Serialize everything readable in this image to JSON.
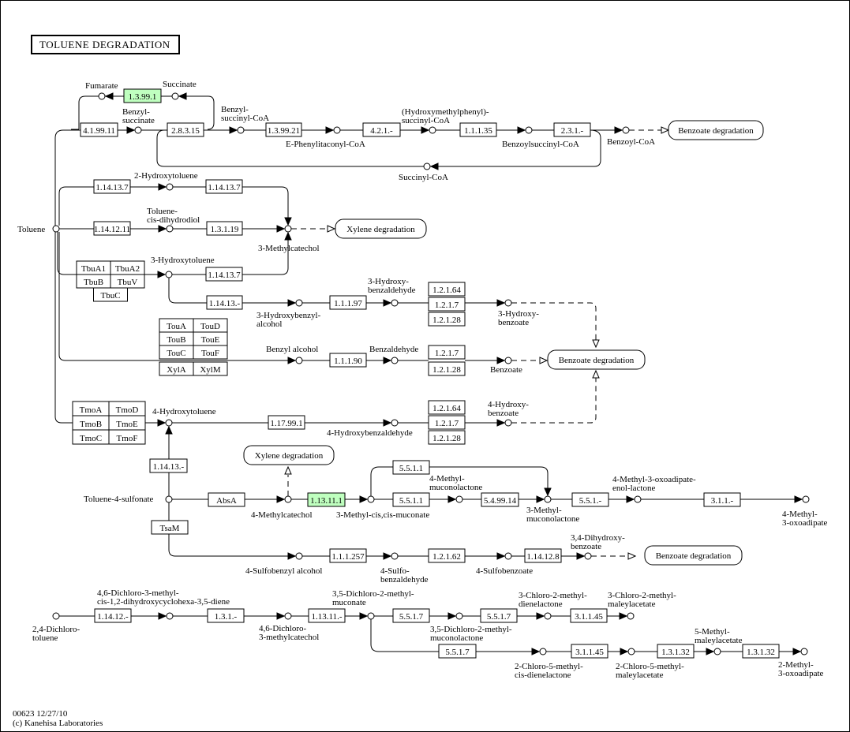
{
  "title": "TOLUENE DEGRADATION",
  "footer": {
    "line1": "00623 12/27/10",
    "line2": "(c) Kanehisa Laboratories"
  },
  "colors": {
    "highlight": "#bfffbf",
    "line": "#000000",
    "background": "#ffffff"
  },
  "enzymes": [
    {
      "id": "e1",
      "label": "1.3.99.1",
      "highlight": true
    },
    {
      "id": "e2",
      "label": "4.1.99.11"
    },
    {
      "id": "e3",
      "label": "2.8.3.15"
    },
    {
      "id": "e4",
      "label": "1.3.99.21"
    },
    {
      "id": "e5",
      "label": "4.2.1.-"
    },
    {
      "id": "e6",
      "label": "1.1.1.35"
    },
    {
      "id": "e7",
      "label": "2.3.1.-"
    },
    {
      "id": "e8",
      "label": "1.14.13.7"
    },
    {
      "id": "e9",
      "label": "1.14.13.7"
    },
    {
      "id": "e10",
      "label": "1.14.12.11"
    },
    {
      "id": "e11",
      "label": "1.3.1.19"
    },
    {
      "id": "e12",
      "label": "1.14.13.7"
    },
    {
      "id": "e13",
      "label": "1.14.13.-"
    },
    {
      "id": "e14",
      "label": "1.1.1.97"
    },
    {
      "id": "e15",
      "label": "1.2.1.64"
    },
    {
      "id": "e16",
      "label": "1.2.1.7"
    },
    {
      "id": "e17",
      "label": "1.2.1.28"
    },
    {
      "id": "e18",
      "label": "1.1.1.90"
    },
    {
      "id": "e19",
      "label": "1.2.1.7"
    },
    {
      "id": "e20",
      "label": "1.2.1.28"
    },
    {
      "id": "e21",
      "label": "1.17.99.1"
    },
    {
      "id": "e22",
      "label": "1.2.1.64"
    },
    {
      "id": "e23",
      "label": "1.2.1.7"
    },
    {
      "id": "e24",
      "label": "1.2.1.28"
    },
    {
      "id": "e25",
      "label": "1.14.13.-"
    },
    {
      "id": "e26",
      "label": "AbsA"
    },
    {
      "id": "e27",
      "label": "1.13.11.1",
      "highlight": true
    },
    {
      "id": "e28",
      "label": "5.5.1.1"
    },
    {
      "id": "e29",
      "label": "5.5.1.1"
    },
    {
      "id": "e30",
      "label": "5.4.99.14"
    },
    {
      "id": "e31",
      "label": "5.5.1.-"
    },
    {
      "id": "e32",
      "label": "3.1.1.-"
    },
    {
      "id": "e33",
      "label": "TsaM"
    },
    {
      "id": "e34",
      "label": "1.1.1.257"
    },
    {
      "id": "e35",
      "label": "1.2.1.62"
    },
    {
      "id": "e36",
      "label": "1.14.12.8"
    },
    {
      "id": "e37",
      "label": "1.14.12.-"
    },
    {
      "id": "e38",
      "label": "1.3.1.-"
    },
    {
      "id": "e39",
      "label": "1.13.11.-"
    },
    {
      "id": "e40",
      "label": "5.5.1.7"
    },
    {
      "id": "e41",
      "label": "5.5.1.7"
    },
    {
      "id": "e42",
      "label": "3.1.1.45"
    },
    {
      "id": "e43",
      "label": "5.5.1.7"
    },
    {
      "id": "e44",
      "label": "3.1.1.45"
    },
    {
      "id": "e45",
      "label": "1.3.1.32"
    },
    {
      "id": "e46",
      "label": "1.3.1.32"
    }
  ],
  "gene_grids": [
    {
      "id": "tbu",
      "cells": [
        "TbuA1",
        "TbuA2",
        "TbuB",
        "TbuV",
        "TbuC"
      ]
    },
    {
      "id": "tou",
      "cells": [
        "TouA",
        "TouD",
        "TouB",
        "TouE",
        "TouC",
        "TouF"
      ]
    },
    {
      "id": "xyl",
      "cells": [
        "XylA",
        "XylM"
      ]
    },
    {
      "id": "tmo",
      "cells": [
        "TmoA",
        "TmoD",
        "TmoB",
        "TmoE",
        "TmoC",
        "TmoF"
      ]
    }
  ],
  "compounds": [
    {
      "id": "fumarate",
      "label": [
        "Fumarate"
      ]
    },
    {
      "id": "succinate",
      "label": [
        "Succinate"
      ]
    },
    {
      "id": "benzylsuccinate",
      "label": [
        "Benzyl-",
        "succinate"
      ]
    },
    {
      "id": "benzylsuccinylcoa",
      "label": [
        "Benzyl-",
        "succinyl-CoA"
      ]
    },
    {
      "id": "ephenylitaconylcoa",
      "label": [
        "E-Phenylitaconyl-CoA"
      ]
    },
    {
      "id": "hydroxymethylphenylsuccinylcoa",
      "label": [
        "(Hydroxymethylphenyl)-",
        "succinyl-CoA"
      ]
    },
    {
      "id": "benzoylsuccinylcoa",
      "label": [
        "Benzoylsuccinyl-CoA"
      ]
    },
    {
      "id": "benzoylcoa",
      "label": [
        "Benzoyl-CoA"
      ]
    },
    {
      "id": "succinylcoa",
      "label": [
        "Succinyl-CoA"
      ]
    },
    {
      "id": "toluene",
      "label": [
        "Toluene"
      ]
    },
    {
      "id": "hydroxytoluene2",
      "label": [
        "2-Hydroxytoluene"
      ]
    },
    {
      "id": "toluenecisdihydrodiol",
      "label": [
        "Toluene-",
        "cis-dihydrodiol"
      ]
    },
    {
      "id": "methylcatechol3",
      "label": [
        "3-Methylcatechol"
      ]
    },
    {
      "id": "hydroxytoluene3",
      "label": [
        "3-Hydroxytoluene"
      ]
    },
    {
      "id": "hydroxybenzylalcohol3",
      "label": [
        "3-Hydroxybenzyl-",
        "alcohol"
      ]
    },
    {
      "id": "hydroxybenzaldehyde3",
      "label": [
        "3-Hydroxy-",
        "benzaldehyde"
      ]
    },
    {
      "id": "hydroxybenzoate3",
      "label": [
        "3-Hydroxy-",
        "benzoate"
      ]
    },
    {
      "id": "benzylalcohol",
      "label": [
        "Benzyl alcohol"
      ]
    },
    {
      "id": "benzaldehyde",
      "label": [
        "Benzaldehyde"
      ]
    },
    {
      "id": "benzoate",
      "label": [
        "Benzoate"
      ]
    },
    {
      "id": "hydroxytoluene4",
      "label": [
        "4-Hydroxytoluene"
      ]
    },
    {
      "id": "hydroxybenzaldehyde4",
      "label": [
        "4-Hydroxybenzaldehyde"
      ]
    },
    {
      "id": "hydroxybenzoate4",
      "label": [
        "4-Hydroxy-",
        "benzoate"
      ]
    },
    {
      "id": "toluene4sulfonate",
      "label": [
        "Toluene-4-sulfonate"
      ]
    },
    {
      "id": "methylcatechol4",
      "label": [
        "4-Methylcatechol"
      ]
    },
    {
      "id": "methylcismuconate3",
      "label": [
        "3-Methyl-cis,cis-muconate"
      ]
    },
    {
      "id": "methylmuconolactone4",
      "label": [
        "4-Methyl-",
        "muconolactone"
      ]
    },
    {
      "id": "methylmuconolactone3",
      "label": [
        "3-Methyl-",
        "muconolactone"
      ]
    },
    {
      "id": "methyloxoadipateenollactone4",
      "label": [
        "4-Methyl-3-oxoadipate-",
        "enol-lactone"
      ]
    },
    {
      "id": "methyloxoadipate4",
      "label": [
        "4-Methyl-",
        "3-oxoadipate"
      ]
    },
    {
      "id": "sulfobenzylalcohol4",
      "label": [
        "4-Sulfobenzyl alcohol"
      ]
    },
    {
      "id": "sulfobenzaldehyde4",
      "label": [
        "4-Sulfo-",
        "benzaldehyde"
      ]
    },
    {
      "id": "sulfobenzoate4",
      "label": [
        "4-Sulfobenzoate"
      ]
    },
    {
      "id": "dihydroxybenzoate34",
      "label": [
        "3,4-Dihydroxy-",
        "benzoate"
      ]
    },
    {
      "id": "dichlorotoluene24",
      "label": [
        "2,4-Dichloro-",
        "toluene"
      ]
    },
    {
      "id": "dichloromethyldiene",
      "label": [
        "4,6-Dichloro-3-methyl-",
        "cis-1,2-dihydroxycyclohexa-3,5-diene"
      ]
    },
    {
      "id": "dichloromethylcatechol46",
      "label": [
        "4,6-Dichloro-",
        "3-methylcatechol"
      ]
    },
    {
      "id": "dichloromethylmuconate35",
      "label": [
        "3,5-Dichloro-2-methyl-",
        "muconate"
      ]
    },
    {
      "id": "dichloromethylmuconolactone35",
      "label": [
        "3,5-Dichloro-2-methyl-",
        "muconolactone"
      ]
    },
    {
      "id": "chloromethyldienelactone3",
      "label": [
        "3-Chloro-2-methyl-",
        "dienelactone"
      ]
    },
    {
      "id": "chloromethylmaleylacetate3",
      "label": [
        "3-Chloro-2-methyl-",
        "maleylacetate"
      ]
    },
    {
      "id": "chloromethylcisdienelactone2",
      "label": [
        "2-Chloro-5-methyl-",
        "cis-dienelactone"
      ]
    },
    {
      "id": "chloromethylmaleylacetate2",
      "label": [
        "2-Chloro-5-methyl-",
        "maleylacetate"
      ]
    },
    {
      "id": "methylmaleylacetate5",
      "label": [
        "5-Methyl-",
        "maleylacetate"
      ]
    },
    {
      "id": "methyloxoadipate2",
      "label": [
        "2-Methyl-",
        "3-oxoadipate"
      ]
    }
  ],
  "pathway_maps": [
    {
      "id": "map1",
      "label": "Benzoate degradation"
    },
    {
      "id": "map2",
      "label": "Xylene degradation"
    },
    {
      "id": "map3",
      "label": "Benzoate degradation"
    },
    {
      "id": "map4",
      "label": "Xylene degradation"
    },
    {
      "id": "map5",
      "label": "Benzoate degradation"
    }
  ]
}
